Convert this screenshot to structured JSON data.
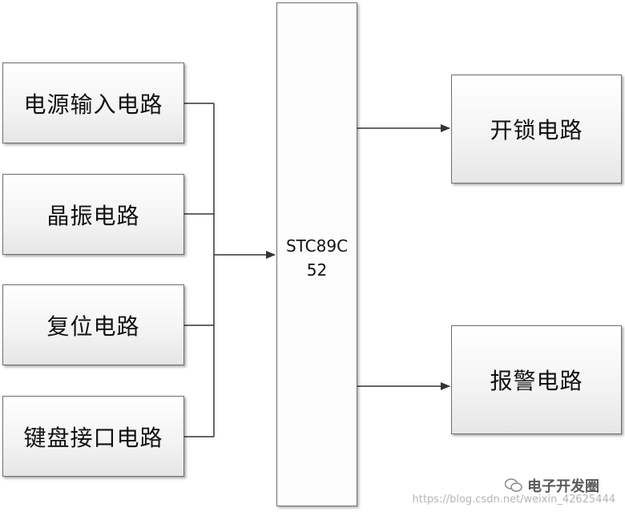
{
  "input_blocks": [
    {
      "label": "电源输入电路"
    },
    {
      "label": "晶振电路"
    },
    {
      "label": "复位电路"
    },
    {
      "label": "键盘接口电路"
    }
  ],
  "mcu": {
    "label": "STC89C\n52"
  },
  "output_blocks": [
    {
      "label": "开锁电路"
    },
    {
      "label": "报警电路"
    }
  ],
  "watermark": {
    "brand": "电子开发圈",
    "url": "https://blog.csdn.net/weixin_42625444"
  }
}
